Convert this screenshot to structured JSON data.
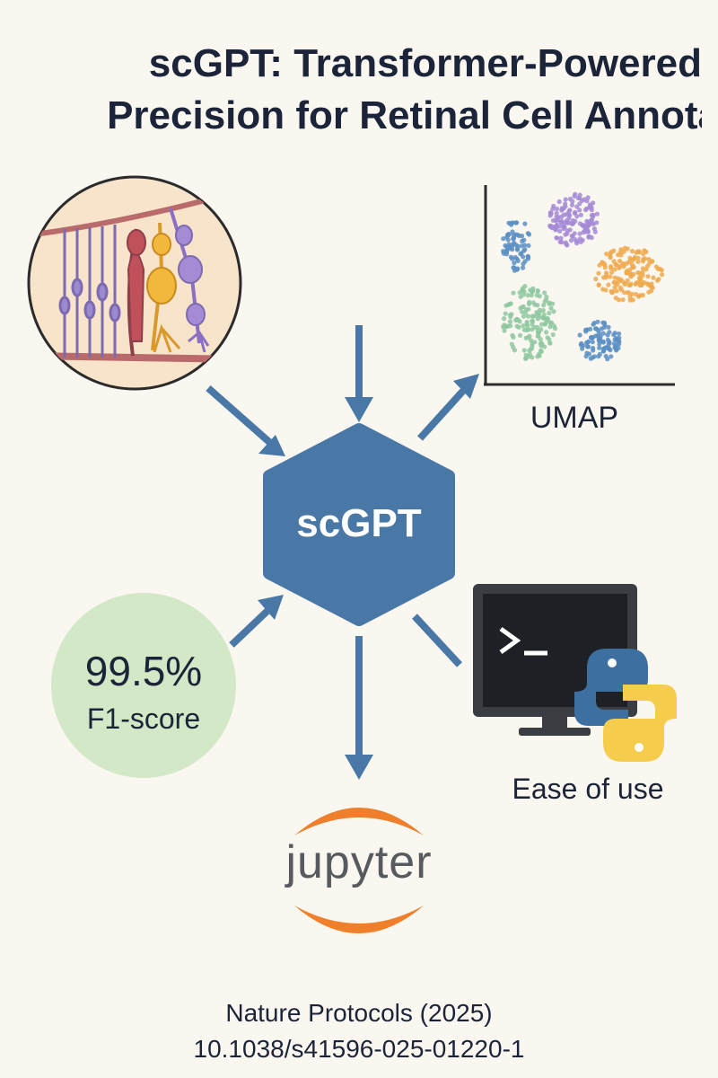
{
  "title": {
    "line1": "scGPT: Transformer-Powered",
    "line2": "Precision for Retinal Cell Annota"
  },
  "hub": {
    "label": "scGPT"
  },
  "umap": {
    "label": "UMAP"
  },
  "metric": {
    "value": "99.5%",
    "label": "F1-score"
  },
  "terminal": {
    "prompt": ">_",
    "label": "Ease of use"
  },
  "jupyter": {
    "wordmark": "jupyter"
  },
  "citation": {
    "journal": "Nature Protocols (2025)",
    "doi": "10.1038/s41596-025-01220-1"
  },
  "icons": [
    "retina-cells-icon",
    "umap-scatter-icon",
    "terminal-monitor-icon",
    "python-logo-icon",
    "jupyter-logo-icon"
  ],
  "colors": {
    "hub": "#4a78a6",
    "arrow": "#4a78a6",
    "metric_circle": "#d3e8c6",
    "jupyter_orange": "#f07f2b",
    "background": "#faf7f1",
    "umap_clusters": [
      "#5b8fc4",
      "#a58bd6",
      "#f0a94e",
      "#8ec8a0",
      "#5b8fc4"
    ]
  }
}
